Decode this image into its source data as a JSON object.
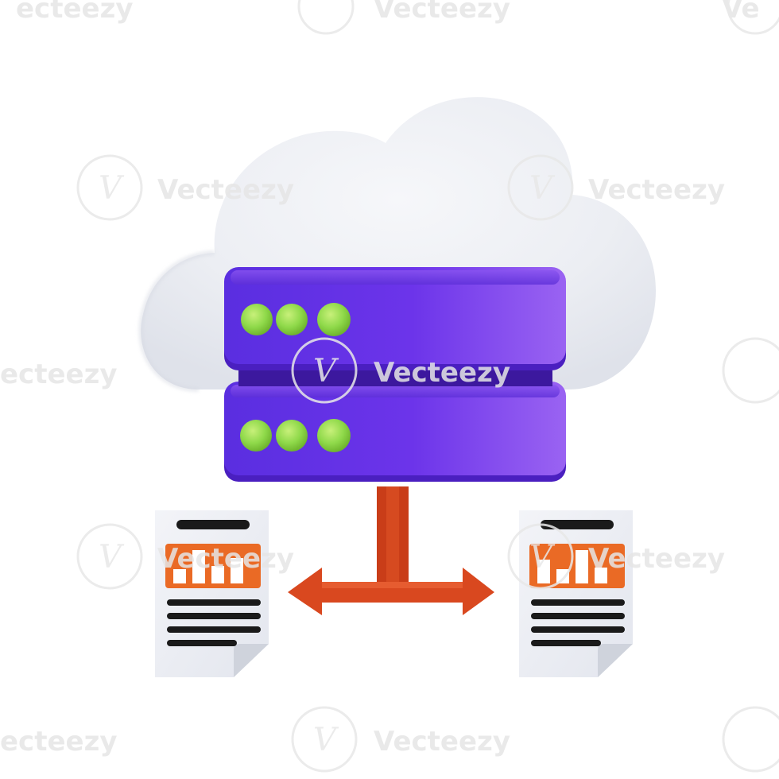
{
  "watermark": {
    "brand": "Vecteezy",
    "fragment_right": "Ve",
    "fragment_left": "ecteezy",
    "logo_glyph": "V"
  },
  "illustration": {
    "subject": "cloud-server-data-transfer",
    "icons": [
      "cloud-icon",
      "server-icon",
      "document-icon",
      "bar-chart-icon",
      "double-arrow-icon"
    ],
    "server_units": 2,
    "status_lights_per_unit": 3,
    "documents": 2,
    "colors": {
      "cloud": "#eceef3",
      "server_body": "#7b3ff0",
      "server_shadow": "#4a1fc0",
      "status_light": "#8fd94a",
      "arrow": "#d9481f",
      "document": "#eef0f4",
      "chart": "#ea6a25",
      "text_lines": "#1a1a1a"
    }
  }
}
